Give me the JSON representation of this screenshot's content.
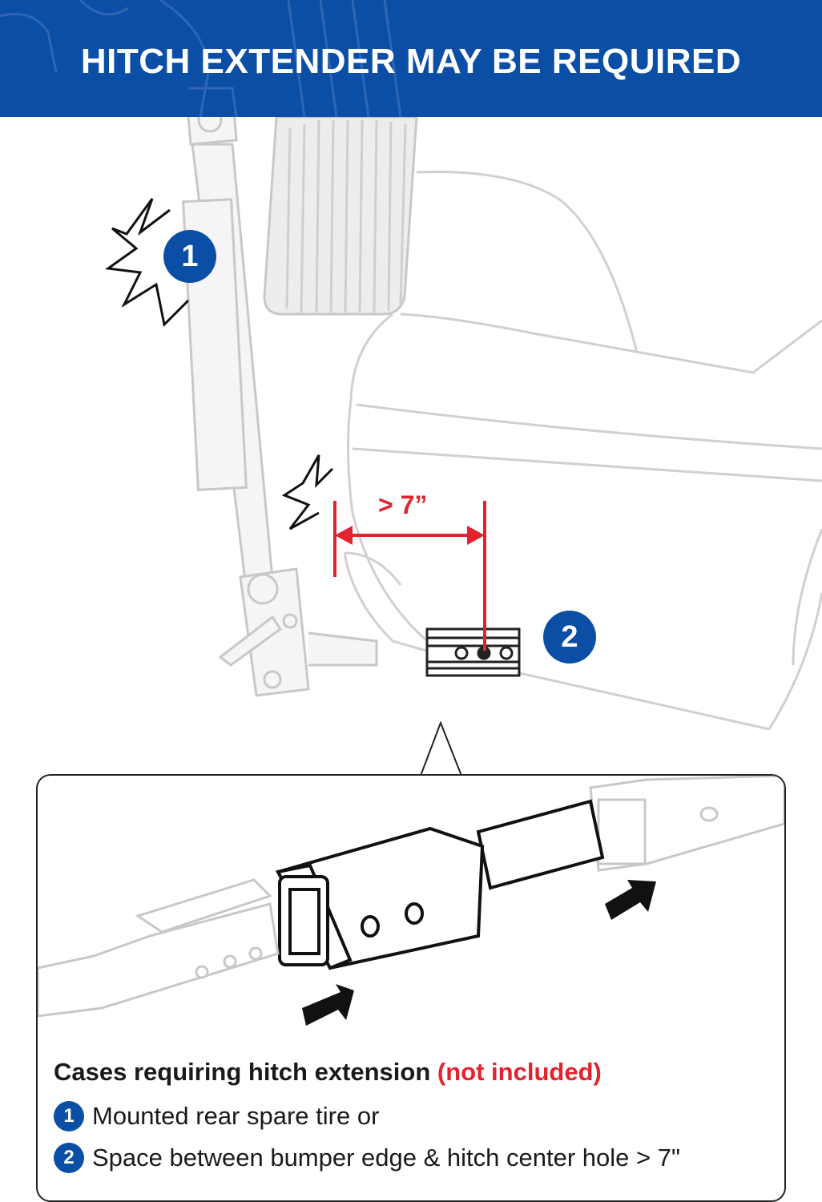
{
  "header": {
    "title": "HITCH EXTENDER MAY BE REQUIRED"
  },
  "scene": {
    "badge_1": "1",
    "badge_2": "2",
    "measurement": "> 7”"
  },
  "callout": {
    "heading": "Cases requiring hitch extension",
    "heading_note": "(not included)",
    "items": [
      {
        "number": "1",
        "text": "Mounted rear spare tire or"
      },
      {
        "number": "2",
        "text": "Space between bumper edge & hitch center hole > 7\""
      }
    ]
  },
  "colors": {
    "brand_blue": "#0a4ea6",
    "alert_red": "#e2232d"
  }
}
